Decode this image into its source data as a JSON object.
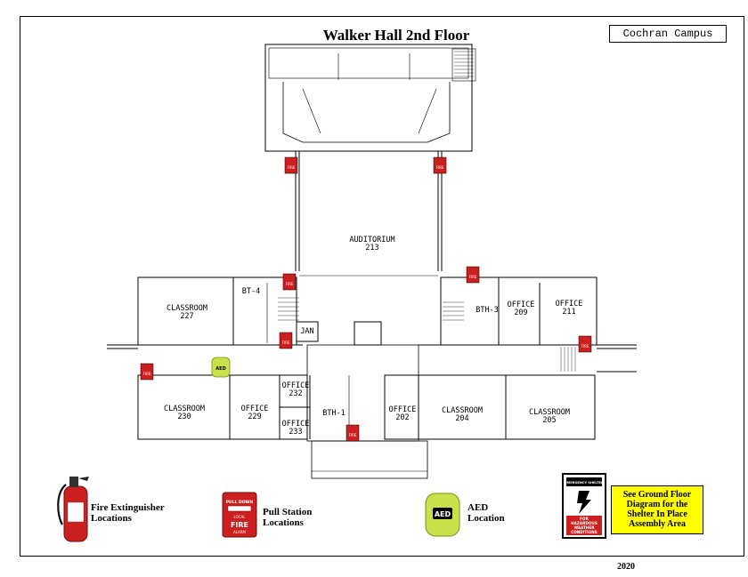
{
  "title": "Walker Hall 2nd Floor",
  "campus": "Cochran Campus",
  "year": "2020",
  "rooms": {
    "auditorium": {
      "name": "AUDITORIUM",
      "number": "213"
    },
    "classroom227": {
      "name": "CLASSROOM",
      "number": "227"
    },
    "classroom230": {
      "name": "CLASSROOM",
      "number": "230"
    },
    "classroom204": {
      "name": "CLASSROOM",
      "number": "204"
    },
    "classroom205": {
      "name": "CLASSROOM",
      "number": "205"
    },
    "office229": {
      "name": "OFFICE",
      "number": "229"
    },
    "office232": {
      "name": "OFFICE",
      "number": "232"
    },
    "office233": {
      "name": "OFFICE",
      "number": "233"
    },
    "office202": {
      "name": "OFFICE",
      "number": "202"
    },
    "office209": {
      "name": "OFFICE",
      "number": "209"
    },
    "office211": {
      "name": "OFFICE",
      "number": "211"
    },
    "bt4": "BT-4",
    "bth3": "BTH-3",
    "bth1": "BTH-1",
    "jan": "JAN"
  },
  "markers": {
    "aed_label": "AED",
    "pull_station_label": "FIRE"
  },
  "legend": {
    "extinguisher": {
      "line1": "Fire Extinguisher",
      "line2": "Locations"
    },
    "pull_station": {
      "line1": "Pull Station",
      "line2": "Locations",
      "sign_top": "PULL DOWN",
      "sign_mid": "LOCAL",
      "sign_fire": "FIRE",
      "sign_bottom": "ALARM"
    },
    "aed": {
      "line1": "AED",
      "line2": "Location",
      "device_label": "AED"
    },
    "shelter": {
      "sign_top": "EMERGENCY SHELTER",
      "sign_bottom": "FOR HAZARDOUS WEATHER CONDITIONS",
      "note_lines": [
        "See Ground Floor",
        "Diagram for the",
        "Shelter In Place",
        "Assembly Area"
      ]
    }
  },
  "colors": {
    "pull_station": "#cc1f1f",
    "aed": "#c8e04a",
    "shelter_note": "#ffff00"
  }
}
